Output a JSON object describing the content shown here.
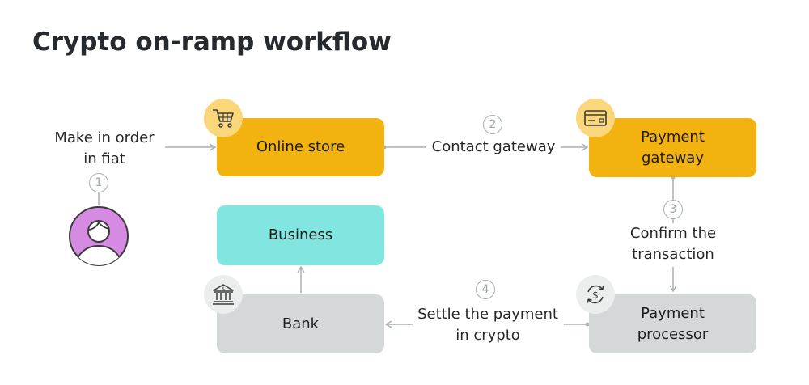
{
  "title": "Crypto on-ramp workflow",
  "colors": {
    "store": "#f2b20f",
    "store_icon": "#fbd77b",
    "business": "#82e6e0",
    "grey_node": "#d5d8d9",
    "grey_icon": "#eceeee",
    "connector": "#aab1b4",
    "user_fill": "#d58be2"
  },
  "nodes": {
    "online_store": "Online store",
    "payment_gateway": "Payment\ngateway",
    "business": "Business",
    "bank": "Bank",
    "payment_processor": "Payment\nprocessor"
  },
  "steps": {
    "s1": {
      "number": "1",
      "label": "Make in order\nin fiat"
    },
    "s2": {
      "number": "2",
      "label": "Contact gateway"
    },
    "s3": {
      "number": "3",
      "label": "Confirm the\ntransaction"
    },
    "s4": {
      "number": "4",
      "label": "Settle the payment\nin crypto"
    }
  },
  "icons": {
    "store": "shopping-cart-icon",
    "gateway": "credit-card-icon",
    "bank": "bank-icon",
    "processor": "currency-exchange-icon",
    "user": "user-avatar-icon"
  }
}
